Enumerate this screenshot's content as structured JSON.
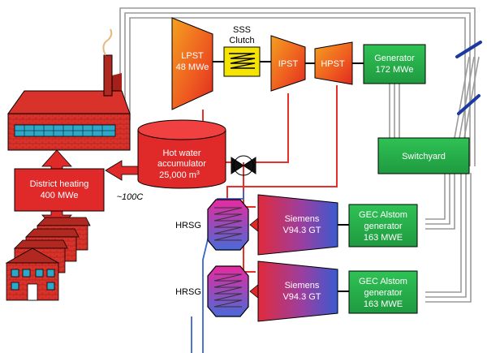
{
  "lpst": {
    "name": "LPST",
    "rating": "48 MWe"
  },
  "clutch": {
    "line1": "SSS",
    "line2": "Clutch"
  },
  "ipst": {
    "name": "IPST"
  },
  "hpst": {
    "name": "HPST"
  },
  "generator": {
    "name": "Generator",
    "rating": "172 MWe"
  },
  "switchyard": {
    "name": "Switchyard"
  },
  "accumulator": {
    "line1": "Hot water",
    "line2": "accumulator",
    "capacity": "25,000 m",
    "unit_sup": "3"
  },
  "district_heating": {
    "line1": "District heating",
    "line2": "400 MWe"
  },
  "temperature": "~100C",
  "hrsg_label": "HRSG",
  "gas_turbines": [
    {
      "line1": "Siemens",
      "line2": "V94.3 GT"
    },
    {
      "line1": "Siemens",
      "line2": "V94.3 GT"
    }
  ],
  "gt_generators": [
    {
      "line1": "GEC Alstom",
      "line2": "generator",
      "line3": "163 MWE"
    },
    {
      "line1": "GEC Alstom",
      "line2": "generator",
      "line3": "163 MWE"
    }
  ],
  "colors": {
    "steam_pipe": "#e8302a",
    "water_pipe": "#3a66c8",
    "power_line": "#9a9a9a",
    "generator_green": "#2cb34a",
    "clutch_yellow": "#f5e400",
    "building_red": "#d8322a"
  }
}
